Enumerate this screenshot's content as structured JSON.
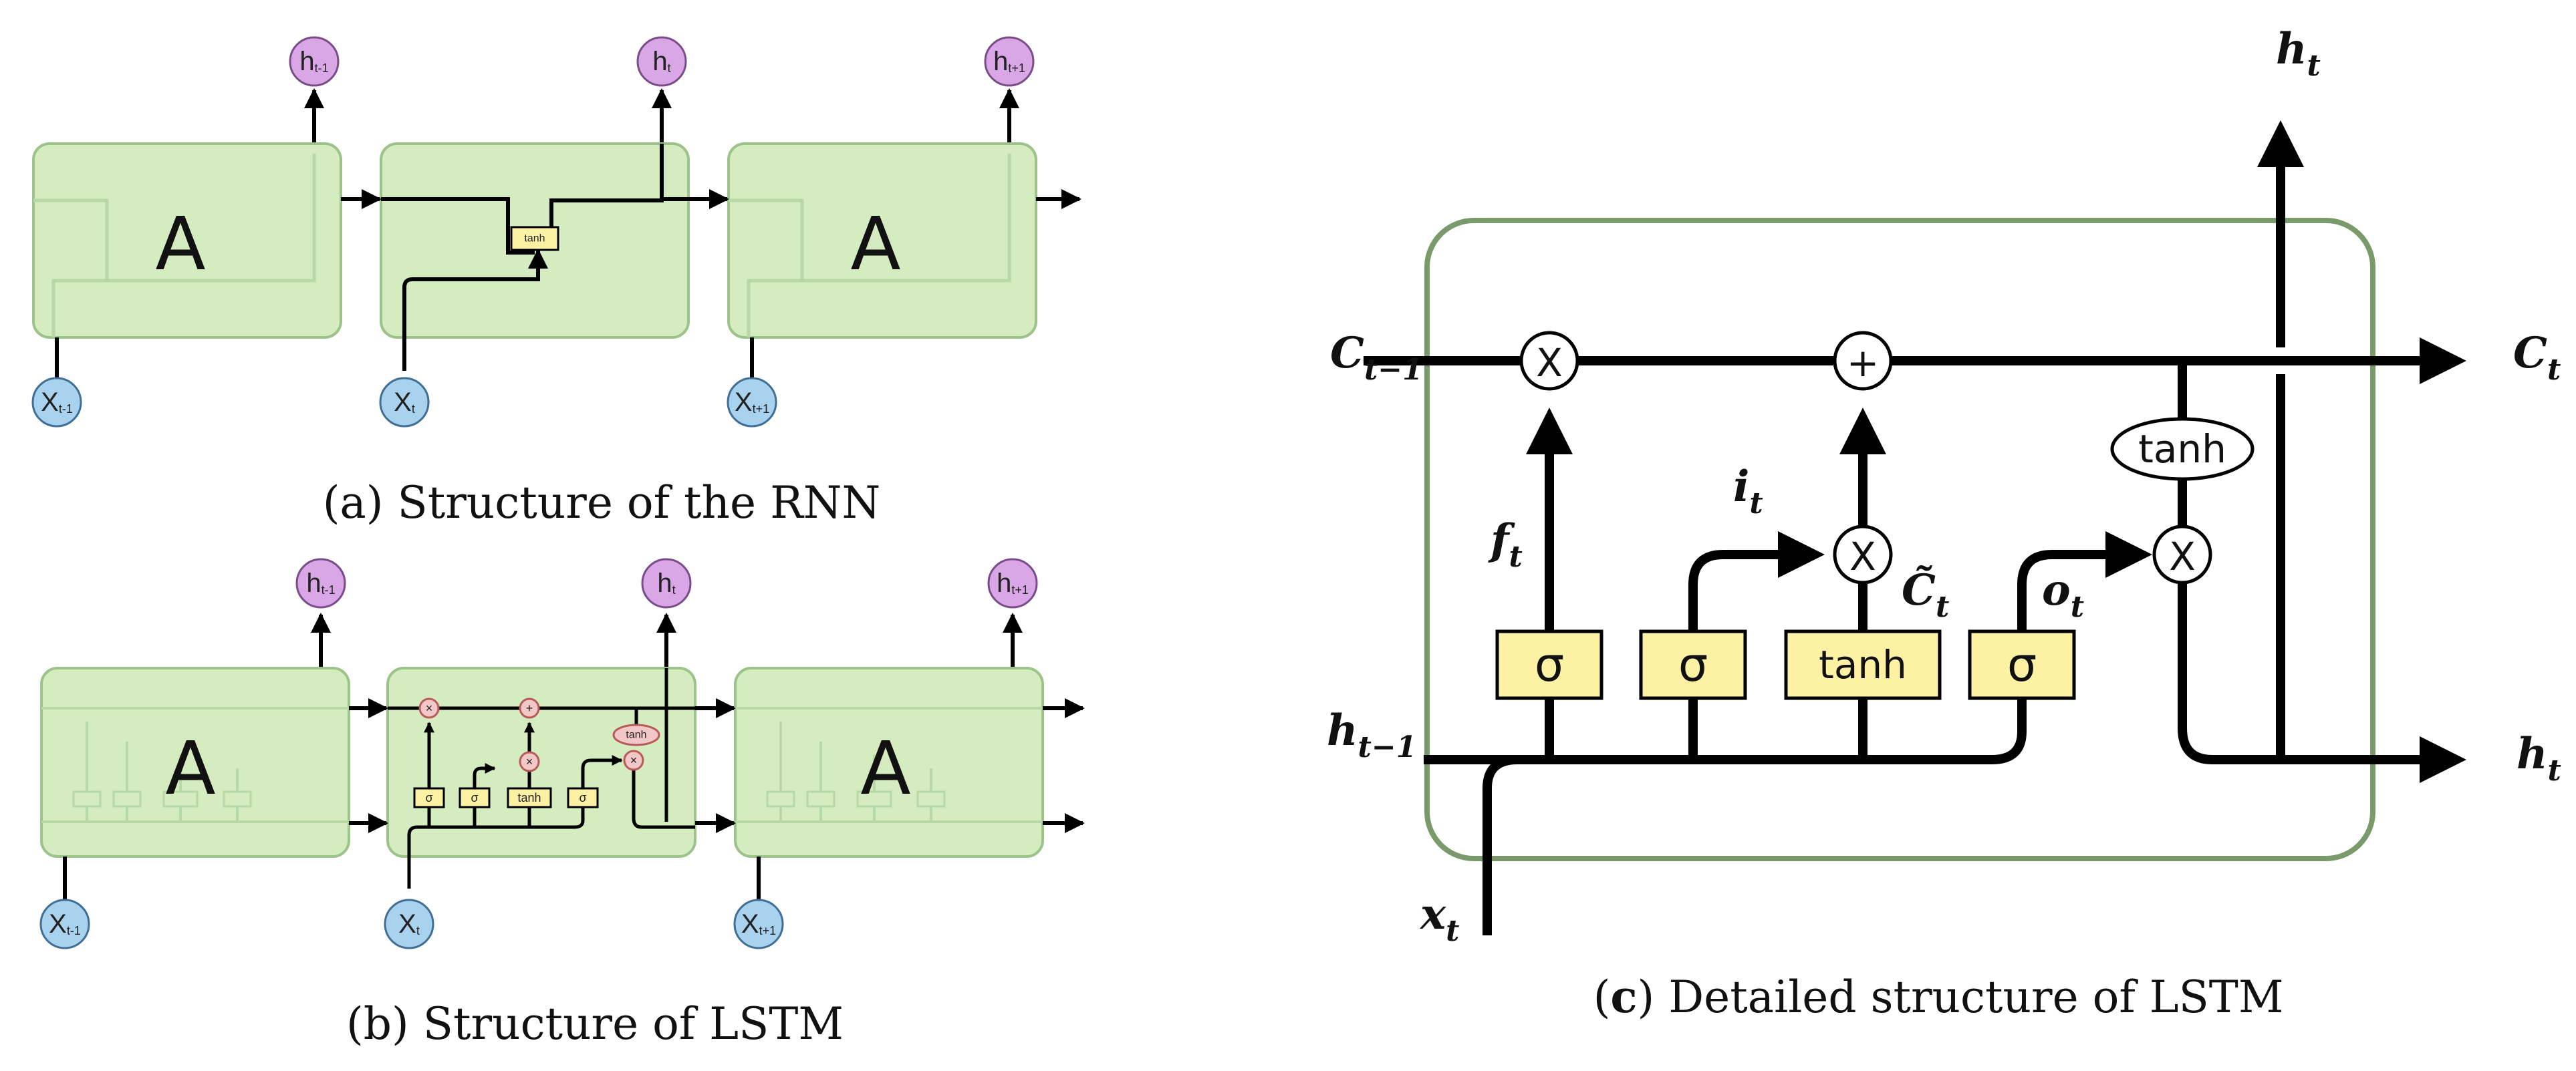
{
  "captions": {
    "a": "(a) Structure of the RNN",
    "b": "(b) Structure of LSTM",
    "c_prefix": "(",
    "c_letter": "c",
    "c_rest": ") Detailed structure of LSTM"
  },
  "rnn": {
    "cell_label": "A",
    "inner_op": "tanh",
    "outputs": [
      {
        "base": "h",
        "sub": "t-1"
      },
      {
        "base": "h",
        "sub": "t"
      },
      {
        "base": "h",
        "sub": "t+1"
      }
    ],
    "inputs": [
      {
        "base": "X",
        "sub": "t-1"
      },
      {
        "base": "X",
        "sub": "t"
      },
      {
        "base": "X",
        "sub": "t+1"
      }
    ]
  },
  "lstm_small": {
    "cell_label": "A",
    "gates": [
      "σ",
      "σ",
      "tanh",
      "σ"
    ],
    "ops": [
      "×",
      "+",
      "×",
      "×"
    ],
    "out_tanh": "tanh",
    "outputs": [
      {
        "base": "h",
        "sub": "t-1"
      },
      {
        "base": "h",
        "sub": "t"
      },
      {
        "base": "h",
        "sub": "t+1"
      }
    ],
    "inputs": [
      {
        "base": "X",
        "sub": "t-1"
      },
      {
        "base": "X",
        "sub": "t"
      },
      {
        "base": "X",
        "sub": "t+1"
      }
    ]
  },
  "lstm_detail": {
    "gates": [
      "σ",
      "σ",
      "tanh",
      "σ"
    ],
    "mult_symbol": "X",
    "add_symbol": "+",
    "out_tanh": "tanh",
    "labels": {
      "c_prev": {
        "base": "C",
        "sub": "t−1"
      },
      "c_next": {
        "base": "C",
        "sub": "t"
      },
      "h_prev": {
        "base": "h",
        "sub": "t−1"
      },
      "h_next": {
        "base": "h",
        "sub": "t"
      },
      "h_top": {
        "base": "h",
        "sub": "t"
      },
      "x_in": {
        "base": "x",
        "sub": "t"
      },
      "f": {
        "base": "f",
        "sub": "t"
      },
      "i": {
        "base": "i",
        "sub": "t"
      },
      "c_tilde": {
        "base": "C̃",
        "sub": "t"
      },
      "o": {
        "base": "o",
        "sub": "t"
      }
    }
  },
  "colors": {
    "cell_fill": "#d4ecc0",
    "cell_stroke": "#9cc48a",
    "detail_cell_stroke": "#7b9a6b",
    "output_node": "#d9a6e6",
    "input_node": "#a9d2ee",
    "gate_fill": "#fdf2a4",
    "small_op_fill": "#f2c7c7"
  }
}
